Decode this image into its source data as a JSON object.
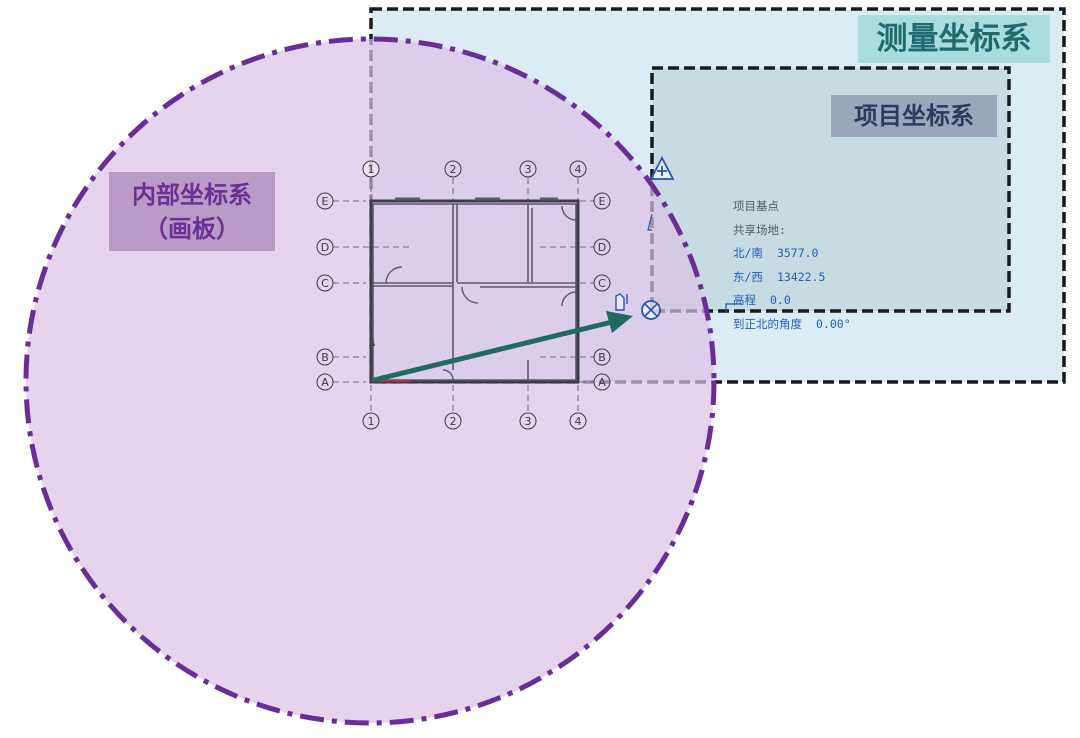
{
  "labels": {
    "survey_system": "测量坐标系",
    "project_system": "项目坐标系",
    "internal_system_line1": "内部坐标系",
    "internal_system_line2": "（画板）"
  },
  "project_base_point": {
    "title": "项目基点",
    "shared_site": "共享场地:",
    "ns_label": "北/南",
    "ns_value": "3577.0",
    "ew_label": "东/西",
    "ew_value": "13422.5",
    "elev_label": "高程",
    "elev_value": "0.0",
    "angle_label": "到正北的角度",
    "angle_value": "0.00°"
  },
  "grid": {
    "columns": [
      "1",
      "2",
      "3",
      "4"
    ],
    "rows": [
      "A",
      "B",
      "C",
      "D",
      "E"
    ]
  },
  "colors": {
    "survey_fill": "#dcecf4",
    "project_fill": "#c4dbe0",
    "internal_fill": "#dcc0e6",
    "internal_stroke": "#6a2c96",
    "arrow": "#1f6b62",
    "box_border": "#1a1a1a",
    "info_blue": "#1f5fb8"
  }
}
